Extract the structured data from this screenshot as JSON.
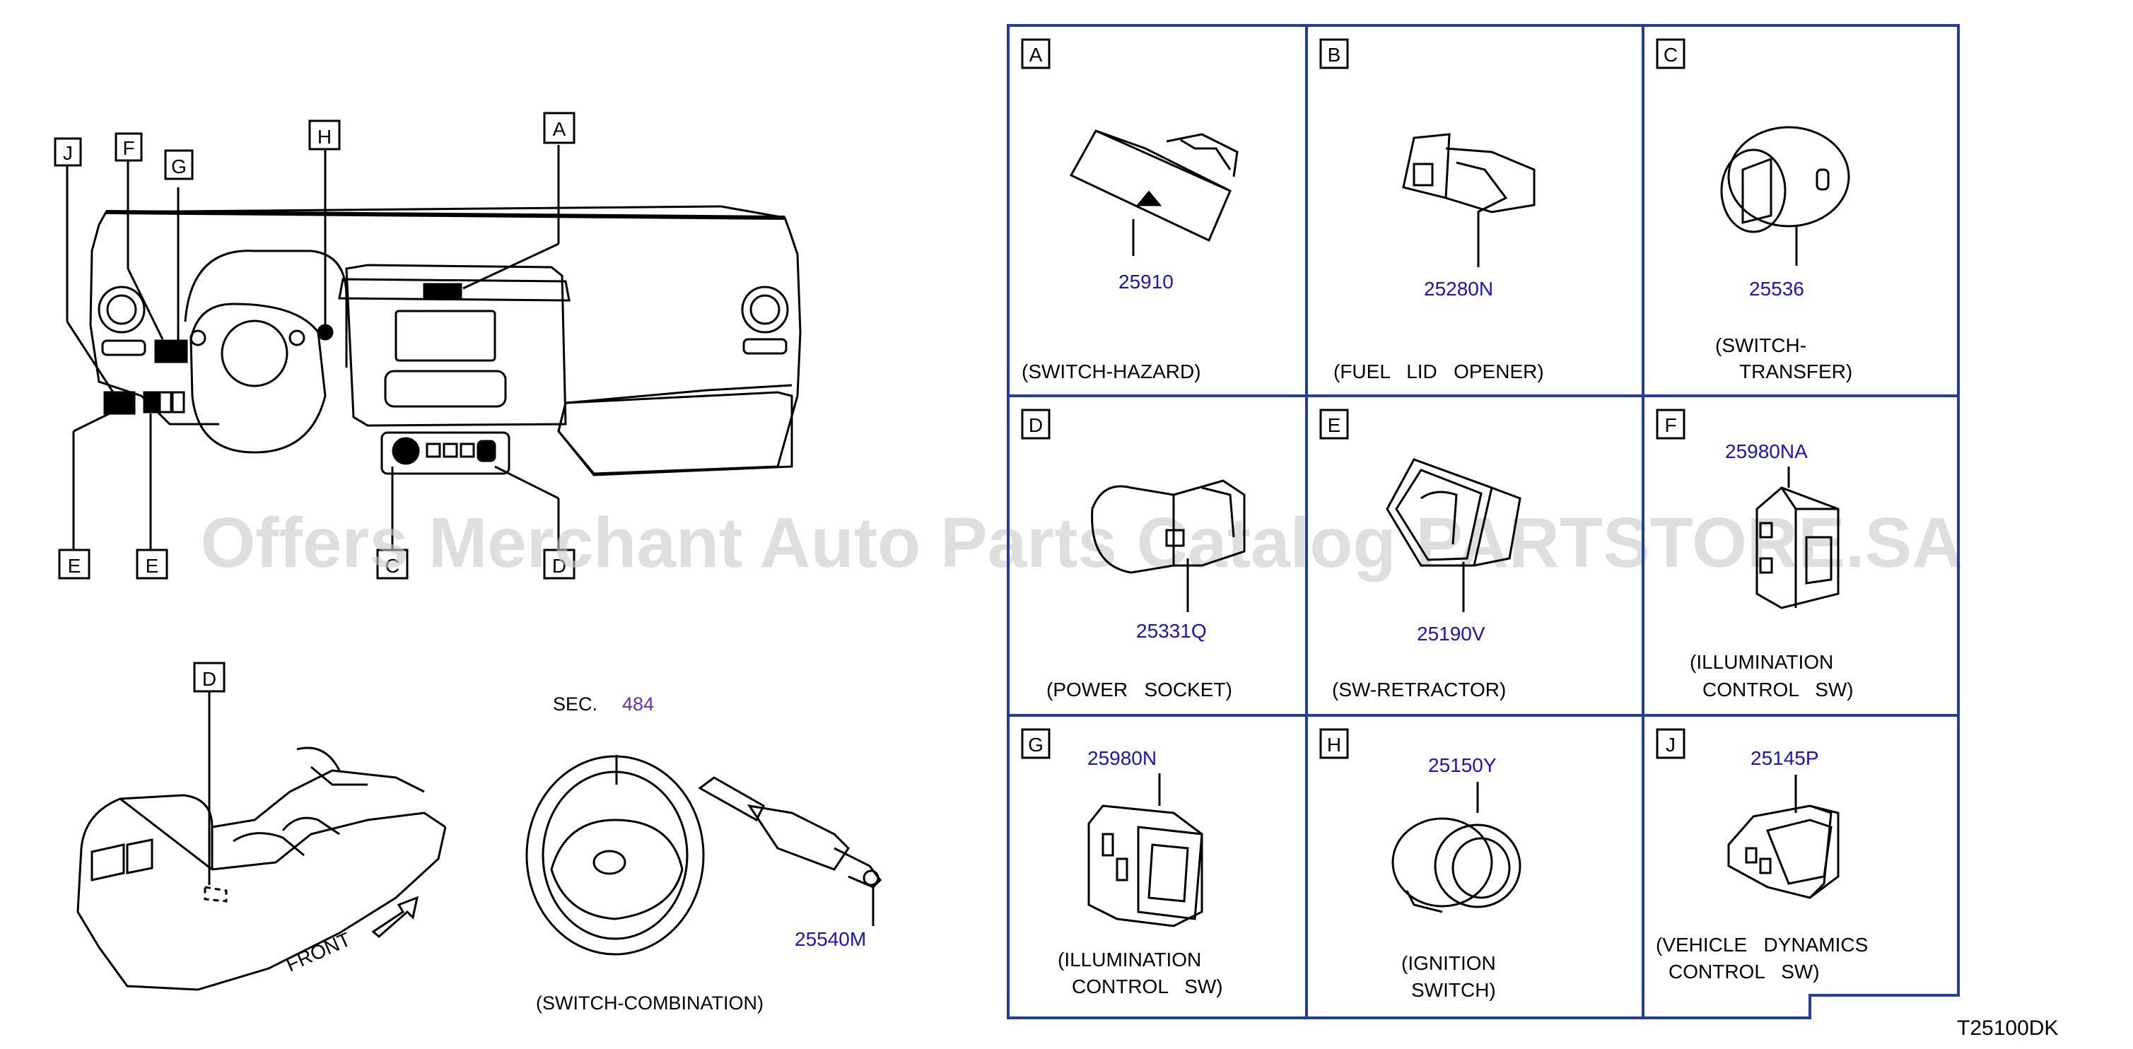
{
  "overview": {
    "callouts": [
      "J",
      "F",
      "G",
      "H",
      "A",
      "E",
      "E",
      "C",
      "D"
    ]
  },
  "console": {
    "callout": "D",
    "front_label": "FRONT"
  },
  "steering": {
    "sec_prefix": "SEC.",
    "sec_number": "484",
    "part_number": "25540M",
    "caption": "(SWITCH-COMBINATION)"
  },
  "grid": {
    "cells": [
      {
        "letter": "A",
        "part": "25910",
        "caption_lines": [
          "(SWITCH-HAZARD)"
        ]
      },
      {
        "letter": "B",
        "part": "25280N",
        "caption_lines": [
          "(FUEL   LID   OPENER)"
        ]
      },
      {
        "letter": "C",
        "part": "25536",
        "caption_lines": [
          "(SWITCH-",
          "TRANSFER)"
        ]
      },
      {
        "letter": "D",
        "part": "25331Q",
        "caption_lines": [
          "(POWER   SOCKET)"
        ]
      },
      {
        "letter": "E",
        "part": "25190V",
        "caption_lines": [
          "(SW-RETRACTOR)"
        ]
      },
      {
        "letter": "F",
        "part": "25980NA",
        "caption_lines": [
          "(ILLUMINATION",
          "CONTROL   SW)"
        ]
      },
      {
        "letter": "G",
        "part": "25980N",
        "caption_lines": [
          "(ILLUMINATION",
          "CONTROL   SW)"
        ]
      },
      {
        "letter": "H",
        "part": "25150Y",
        "caption_lines": [
          "(IGNITION",
          "SWITCH)"
        ]
      },
      {
        "letter": "J",
        "part": "25145P",
        "caption_lines": [
          "(VEHICLE   DYNAMICS",
          "CONTROL   SW)"
        ]
      }
    ]
  },
  "watermark": "Offers Merchant Auto Parts Catalog PARTSTORE.SA",
  "drawing_code": "T25100DK",
  "colors": {
    "line": "#000000",
    "grid_border": "#1f3f99",
    "part_number": "#1414c8",
    "sec_number": "#6a2fc4",
    "watermark": "#c8c8c8"
  }
}
